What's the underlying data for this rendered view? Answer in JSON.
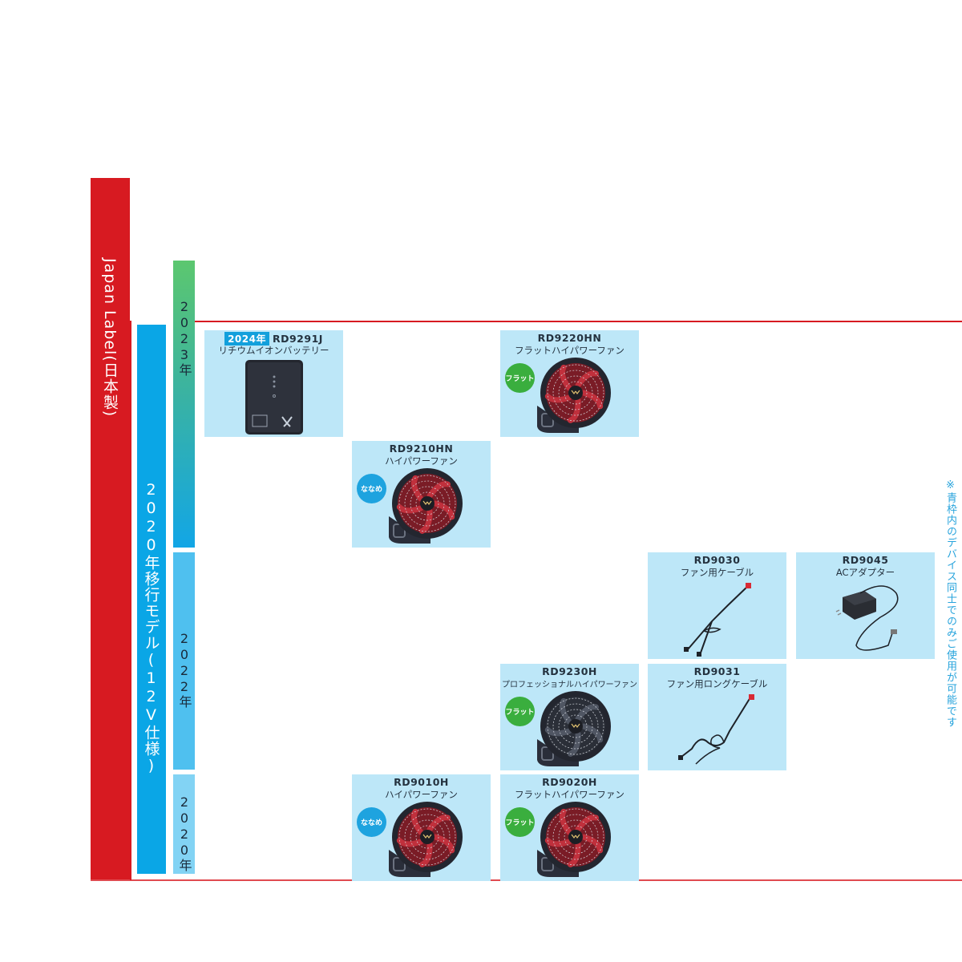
{
  "series_bars": {
    "japan_label": "Japan Label(日本製)",
    "transition_model": "2020年移行モデル(12V仕様)"
  },
  "years": [
    {
      "label": "2023年"
    },
    {
      "label": "2022年"
    },
    {
      "label": "2020年"
    }
  ],
  "products": [
    {
      "model": "RD9291J",
      "name": "リチウムイオンバッテリー",
      "year_tag": "2024年",
      "type": "battery",
      "badge": ""
    },
    {
      "model": "RD9220HN",
      "name": "フラットハイパワーファン",
      "type": "fan-red",
      "badge": "フラット"
    },
    {
      "model": "RD9210HN",
      "name": "ハイパワーファン",
      "type": "fan-red",
      "badge": "ななめ"
    },
    {
      "model": "RD9030",
      "name": "ファン用ケーブル",
      "type": "cable",
      "badge": ""
    },
    {
      "model": "RD9045",
      "name": "ACアダプター",
      "type": "adapter",
      "badge": ""
    },
    {
      "model": "RD9230H",
      "name": "プロフェッショナルハイパワーファン",
      "type": "fan-black",
      "badge": "フラット"
    },
    {
      "model": "RD9031",
      "name": "ファン用ロングケーブル",
      "type": "long-cable",
      "badge": ""
    },
    {
      "model": "RD9010H",
      "name": "ハイパワーファン",
      "type": "fan-red",
      "badge": "ななめ"
    },
    {
      "model": "RD9020H",
      "name": "フラットハイパワーファン",
      "type": "fan-red",
      "badge": "フラット"
    }
  ],
  "note": "※青枠内のデバイス同士でのみご使用が可能です",
  "colors": {
    "japan_red": "#d71a21",
    "transition_blue": "#0aa6e6",
    "card_bg": "#bde7f8",
    "badge_flat": "#3aae3e",
    "badge_diagonal": "#1ea3df"
  }
}
